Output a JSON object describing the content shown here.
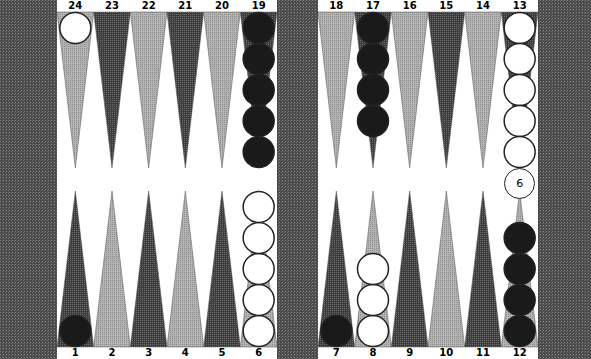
{
  "diagram": {
    "nodes": [
      {
        "text": [
          "6"
        ]
      }
    ],
    "labels": [
      "24",
      "23",
      "22",
      "21",
      "20",
      "19",
      "18",
      "17",
      "16",
      "15",
      "14",
      "13",
      "1",
      "2",
      "3",
      "4",
      "5",
      "6",
      "7",
      "8",
      "9",
      "10",
      "11",
      "12"
    ]
  }
}
